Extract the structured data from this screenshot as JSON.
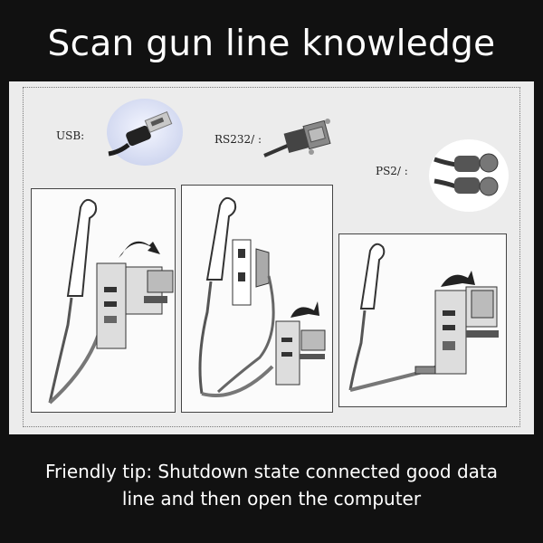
{
  "title": "Scan gun line knowledge",
  "connectors": {
    "usb_label": "USB:",
    "rs232_label": "RS232/ :",
    "ps2_label": "PS2/ :"
  },
  "tip": {
    "line1": "Friendly tip: Shutdown state connected good data",
    "line2": "line and then open the computer"
  },
  "colors": {
    "background": "#111111",
    "panel": "#ececec",
    "text": "#ffffff"
  }
}
